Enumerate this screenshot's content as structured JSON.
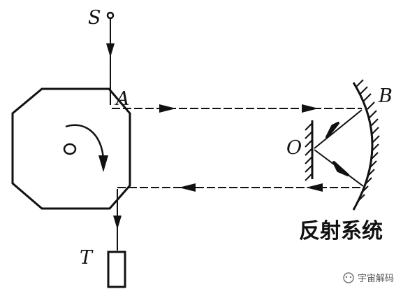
{
  "labels": {
    "source": "S",
    "point_a": "A",
    "point_b": "B",
    "point_o": "O",
    "telescope": "T",
    "reflection_system": "反射系统"
  },
  "watermark": {
    "text": "宇宙解码"
  },
  "colors": {
    "ink": "#111111",
    "background": "#ffffff"
  }
}
